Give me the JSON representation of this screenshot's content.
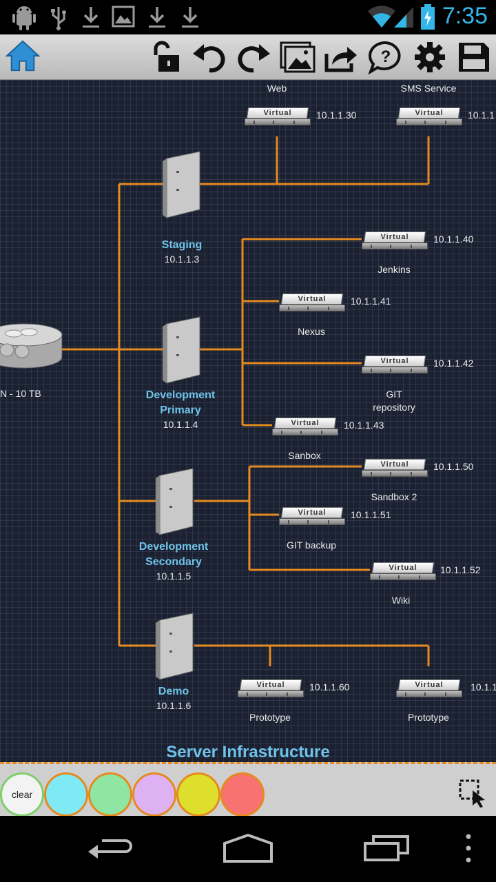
{
  "status_bar": {
    "time": "7:35"
  },
  "toolbar": {},
  "diagram": {
    "title": "Server Infrastructure",
    "storage": {
      "label": "N - 10 TB"
    },
    "servers": [
      {
        "name": "Staging",
        "ip": "10.1.1.3"
      },
      {
        "name_line1": "Development",
        "name_line2": "Primary",
        "ip": "10.1.1.4"
      },
      {
        "name_line1": "Development",
        "name_line2": "Secondary",
        "ip": "10.1.1.5"
      },
      {
        "name": "Demo",
        "ip": "10.1.1.6"
      }
    ],
    "vm_badge": "Virtual",
    "vms": [
      {
        "label": "Web",
        "ip": "10.1.1.30"
      },
      {
        "label": "SMS Service",
        "ip": "10.1.1"
      },
      {
        "label": "Jenkins",
        "ip": "10.1.1.40"
      },
      {
        "label": "Nexus",
        "ip": "10.1.1.41"
      },
      {
        "label_line1": "GIT",
        "label_line2": "repository",
        "ip": "10.1.1.42"
      },
      {
        "label": "Sanbox",
        "ip": "10.1.1.43"
      },
      {
        "label": "Sandbox 2",
        "ip": "10.1.1.50"
      },
      {
        "label": "GIT backup",
        "ip": "10.1.1.51"
      },
      {
        "label": "Wiki",
        "ip": "10.1.1.52"
      },
      {
        "label": "Prototype",
        "ip": "10.1.1.60"
      },
      {
        "label": "Prototype",
        "ip": "10.1.1"
      }
    ]
  },
  "colorbar": {
    "clear_label": "clear",
    "swatches": [
      "#7fe9f6",
      "#8fe6a2",
      "#deb2f2",
      "#dede2c",
      "#f97272"
    ]
  },
  "colors": {
    "wire": "#e58a1f",
    "accent": "#33b5e5",
    "server_label": "#6fc3ea"
  }
}
